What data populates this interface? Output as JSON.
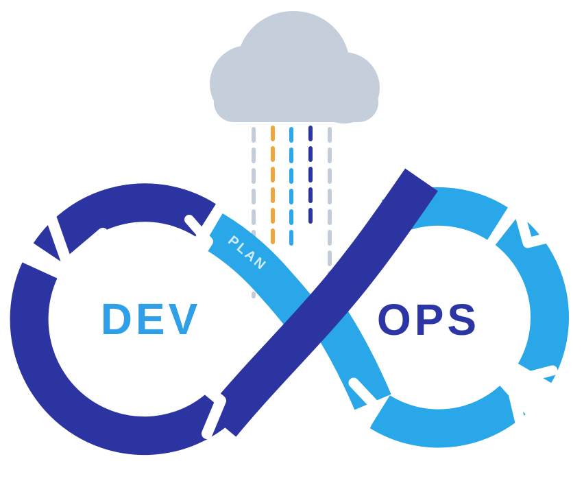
{
  "diagram": {
    "left_label": "DEV",
    "right_label": "OPS",
    "plan_label": "PLAN"
  },
  "colors": {
    "navy": "#2b34a0",
    "cyan": "#29a7e8",
    "dev_text": "#2f9fe8",
    "ops_text": "#2c35a4",
    "plan_text": "#d3ecfb",
    "cloud": "#c5cfdc",
    "rain_gray": "#c3cdd9",
    "rain_orange": "#f0a63c",
    "rain_blue": "#2ba7ea",
    "rain_navy": "#2b35a2",
    "background": "#ffffff",
    "gap_white": "#ffffff"
  }
}
